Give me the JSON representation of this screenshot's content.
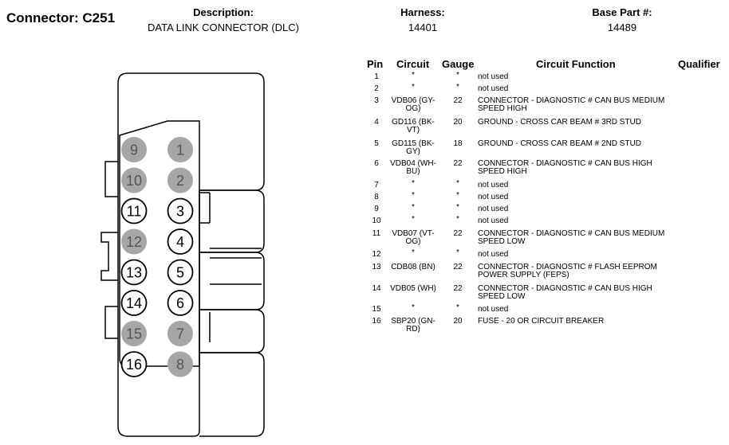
{
  "header": {
    "connector_label": "Connector: C251",
    "description_label": "Description:",
    "description_value": "DATA LINK CONNECTOR (DLC)",
    "harness_label": "Harness:",
    "harness_value": "14401",
    "base_part_label": "Base Part #:",
    "base_part_value": "14489"
  },
  "table": {
    "columns": [
      "Pin",
      "Circuit",
      "Gauge",
      "Circuit Function",
      "Qualifier"
    ],
    "rows": [
      {
        "pin": "1",
        "circuit": "*",
        "gauge": "*",
        "function": "not used"
      },
      {
        "pin": "2",
        "circuit": "*",
        "gauge": "*",
        "function": "not used"
      },
      {
        "pin": "3",
        "circuit": "VDB06 (GY-OG)",
        "gauge": "22",
        "function": "CONNECTOR - DIAGNOSTIC # CAN BUS MEDIUM SPEED HIGH"
      },
      {
        "pin": "4",
        "circuit": "GD116 (BK-VT)",
        "gauge": "20",
        "function": "GROUND - CROSS CAR BEAM # 3RD STUD"
      },
      {
        "pin": "5",
        "circuit": "GD115 (BK-GY)",
        "gauge": "18",
        "function": "GROUND - CROSS CAR BEAM # 2ND STUD"
      },
      {
        "pin": "6",
        "circuit": "VDB04 (WH-BU)",
        "gauge": "22",
        "function": "CONNECTOR - DIAGNOSTIC # CAN BUS HIGH SPEED HIGH"
      },
      {
        "pin": "7",
        "circuit": "*",
        "gauge": "*",
        "function": "not used"
      },
      {
        "pin": "8",
        "circuit": "*",
        "gauge": "*",
        "function": "not used"
      },
      {
        "pin": "9",
        "circuit": "*",
        "gauge": "*",
        "function": "not used"
      },
      {
        "pin": "10",
        "circuit": "*",
        "gauge": "*",
        "function": "not used"
      },
      {
        "pin": "11",
        "circuit": "VDB07 (VT-OG)",
        "gauge": "22",
        "function": "CONNECTOR - DIAGNOSTIC # CAN BUS MEDIUM SPEED LOW"
      },
      {
        "pin": "12",
        "circuit": "*",
        "gauge": "*",
        "function": "not used"
      },
      {
        "pin": "13",
        "circuit": "CDB08 (BN)",
        "gauge": "22",
        "function": "CONNECTOR - DIAGNOSTIC # FLASH EEPROM POWER SUPPLY (FEPS)"
      },
      {
        "pin": "14",
        "circuit": "VDB05 (WH)",
        "gauge": "22",
        "function": "CONNECTOR - DIAGNOSTIC # CAN BUS HIGH SPEED LOW"
      },
      {
        "pin": "15",
        "circuit": "*",
        "gauge": "*",
        "function": "not used"
      },
      {
        "pin": "16",
        "circuit": "SBP20 (GN-RD)",
        "gauge": "20",
        "function": "FUSE - 20 OR CIRCUIT BREAKER"
      }
    ]
  },
  "connector": {
    "pins_left": [
      {
        "label": "9",
        "used": false
      },
      {
        "label": "10",
        "used": false
      },
      {
        "label": "11",
        "used": true
      },
      {
        "label": "12",
        "used": false
      },
      {
        "label": "13",
        "used": true
      },
      {
        "label": "14",
        "used": true
      },
      {
        "label": "15",
        "used": false
      },
      {
        "label": "16",
        "used": true
      }
    ],
    "pins_right": [
      {
        "label": "1",
        "used": false
      },
      {
        "label": "2",
        "used": false
      },
      {
        "label": "3",
        "used": true
      },
      {
        "label": "4",
        "used": true
      },
      {
        "label": "5",
        "used": true
      },
      {
        "label": "6",
        "used": true
      },
      {
        "label": "7",
        "used": false
      },
      {
        "label": "8",
        "used": false
      }
    ],
    "unused_fill": "#a6a6a6",
    "used_fill": "#ffffff"
  }
}
